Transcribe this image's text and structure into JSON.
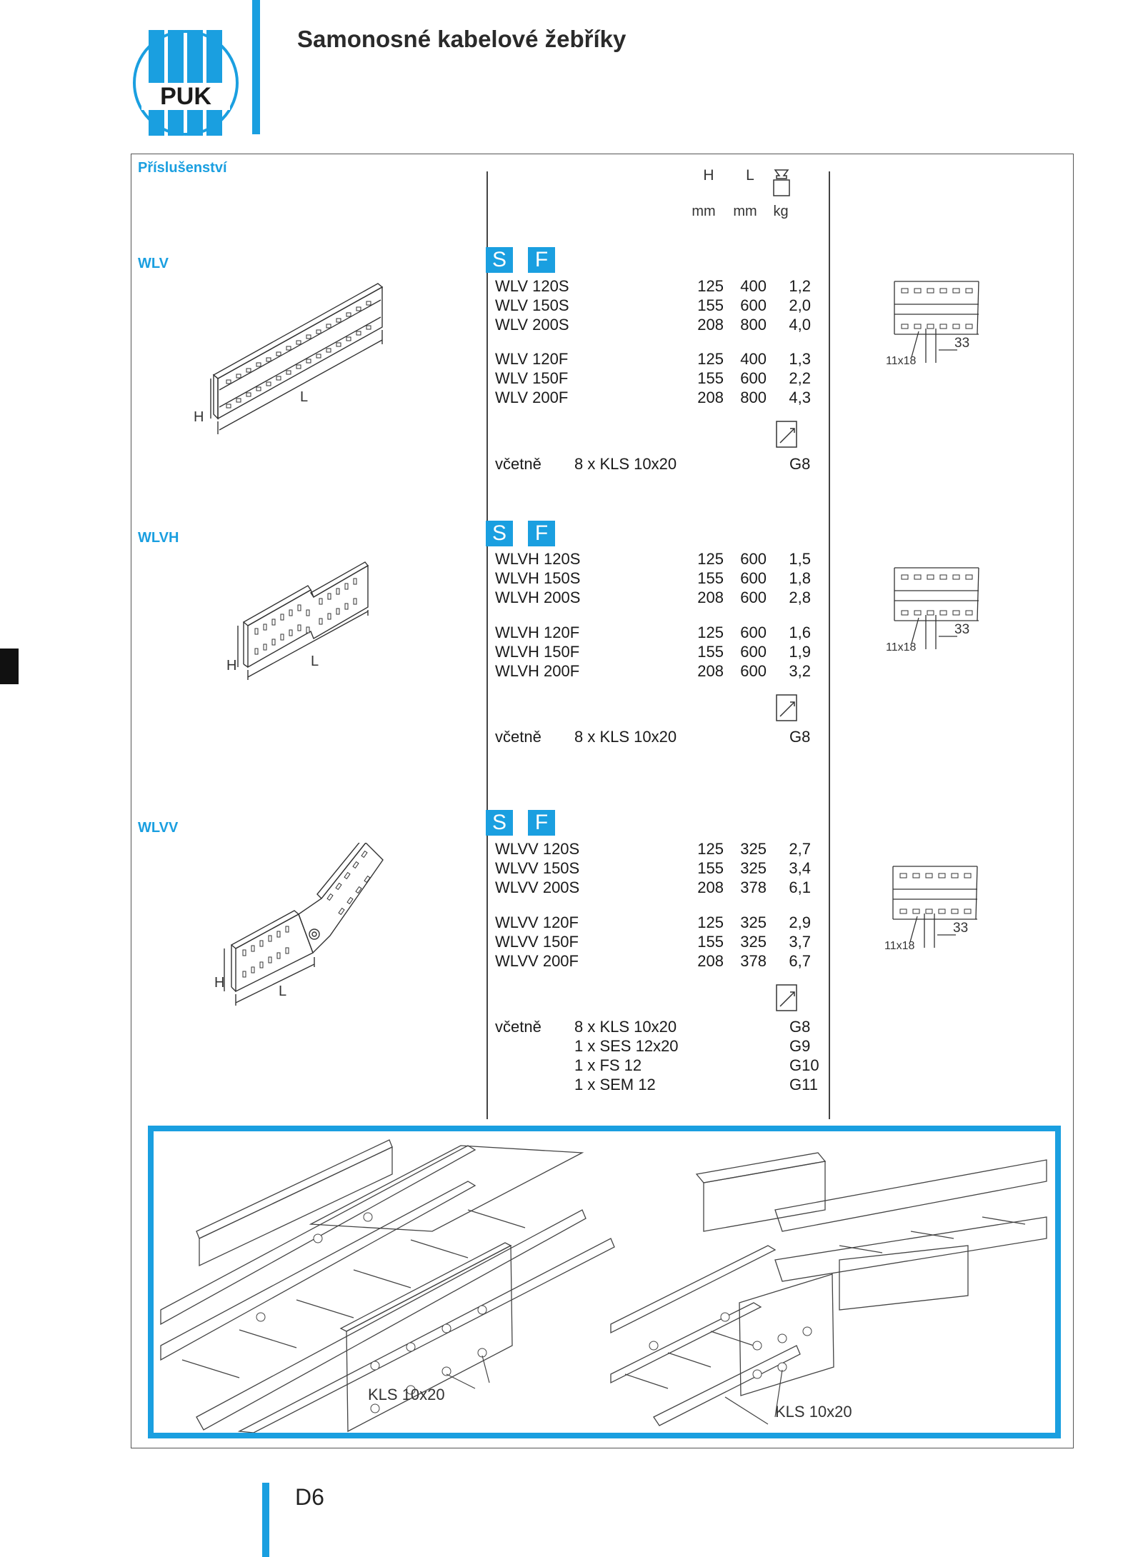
{
  "header": {
    "logo_text": "PUK",
    "title": "Samonosné kabelové žebříky"
  },
  "colors": {
    "accent": "#1a9fe0",
    "text": "#1a1a1a",
    "border": "#555555"
  },
  "section_title": "Příslušenství",
  "columns": {
    "h": "H",
    "l": "L",
    "mass_icon": "weight-icon",
    "h_unit": "mm",
    "l_unit": "mm",
    "mass_unit": "kg"
  },
  "finish_badges": [
    "S",
    "F"
  ],
  "groups": [
    {
      "label": "WLV",
      "rows_s": [
        {
          "name": "WLV 120S",
          "h": "125",
          "l": "400",
          "m": "1,2"
        },
        {
          "name": "WLV 150S",
          "h": "155",
          "l": "600",
          "m": "2,0"
        },
        {
          "name": "WLV 200S",
          "h": "208",
          "l": "800",
          "m": "4,0"
        }
      ],
      "rows_f": [
        {
          "name": "WLV 120F",
          "h": "125",
          "l": "400",
          "m": "1,3"
        },
        {
          "name": "WLV 150F",
          "h": "155",
          "l": "600",
          "m": "2,2"
        },
        {
          "name": "WLV 200F",
          "h": "208",
          "l": "800",
          "m": "4,3"
        }
      ],
      "includes_label": "včetně",
      "includes": [
        {
          "item": "8 x KLS 10x20",
          "code": "G8"
        }
      ],
      "drawing_labels": {
        "h": "H",
        "l": "L"
      },
      "detail": {
        "hole": "11x18",
        "pitch": "33"
      }
    },
    {
      "label": "WLVH",
      "rows_s": [
        {
          "name": "WLVH 120S",
          "h": "125",
          "l": "600",
          "m": "1,5"
        },
        {
          "name": "WLVH 150S",
          "h": "155",
          "l": "600",
          "m": "1,8"
        },
        {
          "name": "WLVH 200S",
          "h": "208",
          "l": "600",
          "m": "2,8"
        }
      ],
      "rows_f": [
        {
          "name": "WLVH 120F",
          "h": "125",
          "l": "600",
          "m": "1,6"
        },
        {
          "name": "WLVH 150F",
          "h": "155",
          "l": "600",
          "m": "1,9"
        },
        {
          "name": "WLVH 200F",
          "h": "208",
          "l": "600",
          "m": "3,2"
        }
      ],
      "includes_label": "včetně",
      "includes": [
        {
          "item": "8 x KLS 10x20",
          "code": "G8"
        }
      ],
      "drawing_labels": {
        "h": "H",
        "l": "L"
      },
      "detail": {
        "hole": "11x18",
        "pitch": "33"
      }
    },
    {
      "label": "WLVV",
      "rows_s": [
        {
          "name": "WLVV 120S",
          "h": "125",
          "l": "325",
          "m": "2,7"
        },
        {
          "name": "WLVV 150S",
          "h": "155",
          "l": "325",
          "m": "3,4"
        },
        {
          "name": "WLVV 200S",
          "h": "208",
          "l": "378",
          "m": "6,1"
        }
      ],
      "rows_f": [
        {
          "name": "WLVV 120F",
          "h": "125",
          "l": "325",
          "m": "2,9"
        },
        {
          "name": "WLVV 150F",
          "h": "155",
          "l": "325",
          "m": "3,7"
        },
        {
          "name": "WLVV 200F",
          "h": "208",
          "l": "378",
          "m": "6,7"
        }
      ],
      "includes_label": "včetně",
      "includes": [
        {
          "item": "8 x KLS 10x20",
          "code": "G8"
        },
        {
          "item": "1 x SES 12x20",
          "code": "G9"
        },
        {
          "item": "1 x FS 12",
          "code": "G10"
        },
        {
          "item": "1 x SEM 12",
          "code": "G11"
        }
      ],
      "drawing_labels": {
        "h": "H",
        "l": "L"
      },
      "detail": {
        "hole": "11x18",
        "pitch": "33"
      }
    }
  ],
  "assembly": {
    "left_callout": "KLS 10x20",
    "right_callout": "KLS 10x20"
  },
  "footer": {
    "page_number": "D6"
  }
}
